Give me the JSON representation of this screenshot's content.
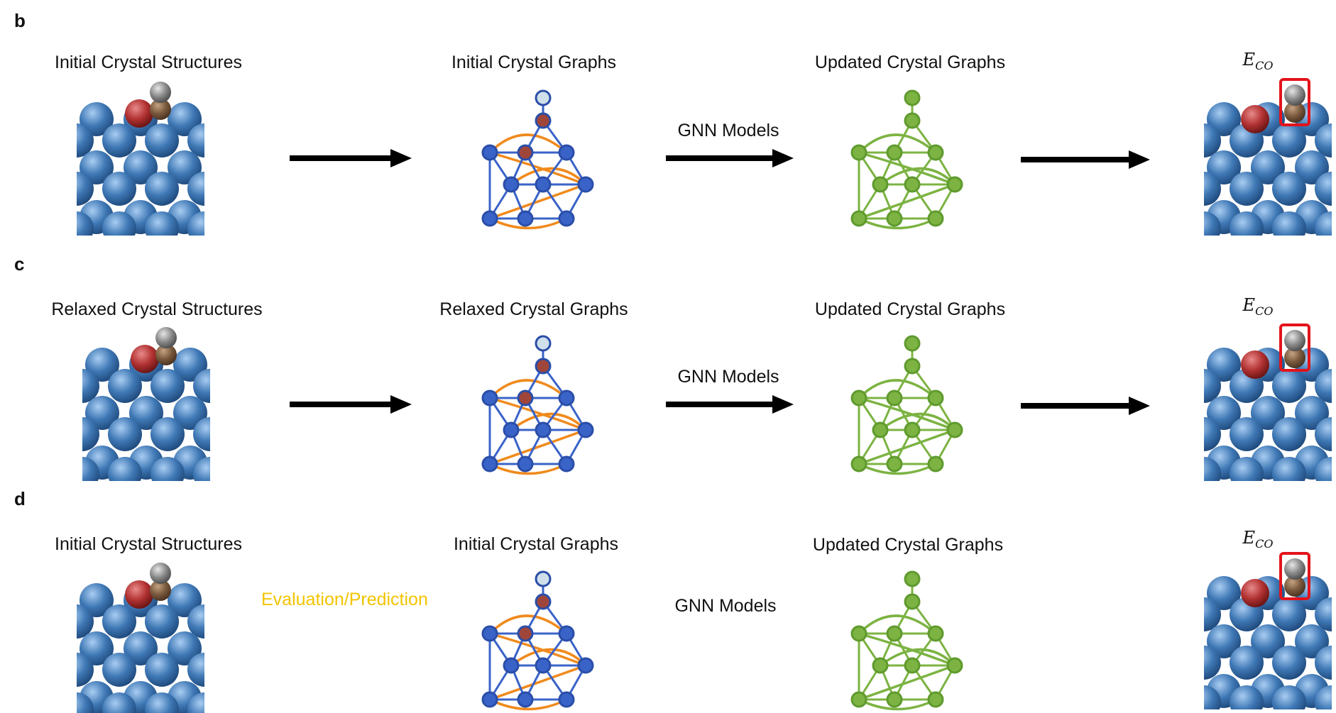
{
  "colors": {
    "metal": "#3f78b5",
    "dopant": "#b23232",
    "carbon": "#7a5a3e",
    "oxygen": "#8a8a8a",
    "initial_graph_edge": "#3a63c8",
    "distance_edge": "#f08a1c",
    "updated_graph": "#7cb342",
    "highlight_box": "#e3131b",
    "eval_text": "#f2c400"
  },
  "panels": [
    {
      "label": "b",
      "structure_title": "Initial Crystal Structures",
      "graph_title": "Initial Crystal Graphs",
      "arrow_label": "GNN Models",
      "updated_title": "Updated Crystal Graphs",
      "target": "E",
      "target_sub": "CO"
    },
    {
      "label": "c",
      "structure_title": "Relaxed Crystal Structures",
      "graph_title": "Relaxed Crystal Graphs",
      "arrow_label": "GNN Models",
      "updated_title": "Updated Crystal Graphs",
      "target": "E",
      "target_sub": "CO"
    },
    {
      "label": "d",
      "structure_title": "Initial Crystal Structures",
      "graph_title": "Initial Crystal Graphs",
      "arrow_label": "GNN Models",
      "updated_title": "Updated Crystal Graphs",
      "target": "E",
      "target_sub": "CO",
      "side_label": "Evaluation/Prediction"
    }
  ]
}
